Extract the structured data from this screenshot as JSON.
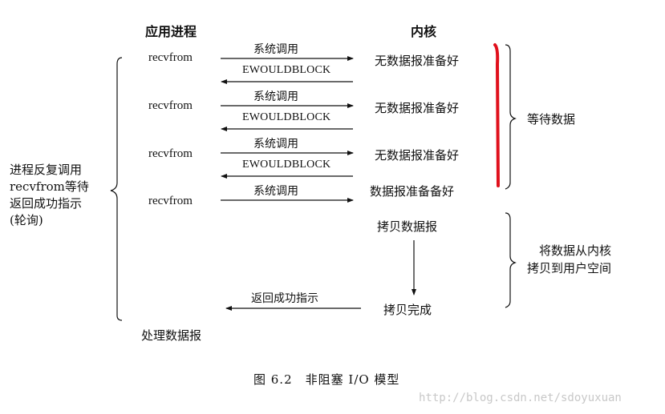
{
  "header": {
    "app_process": "应用进程",
    "kernel": "内核"
  },
  "rows": [
    {
      "call": "recvfrom",
      "syscall": "系统调用",
      "reply": "EWOULDBLOCK",
      "kernel_state": "无数据报准备好"
    },
    {
      "call": "recvfrom",
      "syscall": "系统调用",
      "reply": "EWOULDBLOCK",
      "kernel_state": "无数据报准备好"
    },
    {
      "call": "recvfrom",
      "syscall": "系统调用",
      "reply": "EWOULDBLOCK",
      "kernel_state": "无数据报准备好"
    },
    {
      "call": "recvfrom",
      "syscall": "系统调用",
      "kernel_state": "数据报准备备好"
    }
  ],
  "copy": {
    "copy_datagram": "拷贝数据报",
    "copy_done": "拷贝完成",
    "return_success": "返回成功指示",
    "process_datagram": "处理数据报"
  },
  "phases": {
    "wait_data": "等待数据",
    "copy_phase": [
      "将数据从内核",
      "拷贝到用户空间"
    ]
  },
  "left_note": [
    "进程反复调用",
    "recvfrom等待",
    "返回成功指示",
    "(轮询)"
  ],
  "caption": "图 6.2　非阻塞 I/O 模型",
  "watermark": "http://blog.csdn.net/sdoyuxuan",
  "colors": {
    "highlight": "#e0101c",
    "ink": "#111111"
  }
}
